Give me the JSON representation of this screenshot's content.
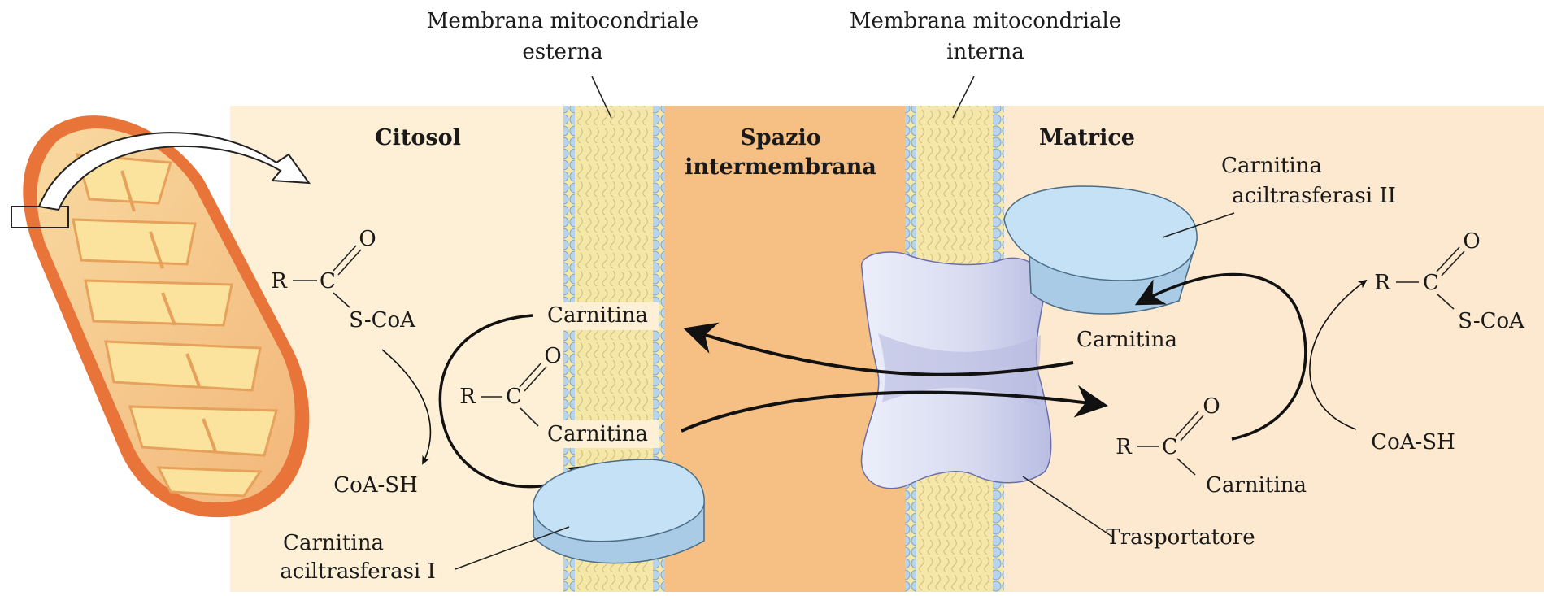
{
  "labels": {
    "outer_membrane": [
      "Membrana mitocondriale",
      "esterna"
    ],
    "inner_membrane": [
      "Membrana mitocondriale",
      "interna"
    ],
    "cytosol": "Citosol",
    "intermembrane": [
      "Spazio",
      "intermembrana"
    ],
    "matrix": "Matrice",
    "cat1": [
      "Carnitina",
      "aciltrasferasi I"
    ],
    "cat2": [
      "Carnitina",
      "aciltrasferasi II"
    ],
    "transporter": "Trasportatore"
  },
  "chemistry": {
    "R": "R",
    "C": "C",
    "O": "O",
    "S_CoA": "S-CoA",
    "CoA_SH": "CoA-SH",
    "carnitina": "Carnitina"
  },
  "colors": {
    "cytosol_bg": "#fdf0d6",
    "intermembrane_bg": "#f6bf84",
    "matrix_bg": "#fce9cf",
    "membrane_head": "#b8d4ec",
    "membrane_tail": "#f5e7a8",
    "enzyme": "#c4e1f5",
    "transporter": "#d9dcf1",
    "mito_outer": "#e8743a"
  }
}
